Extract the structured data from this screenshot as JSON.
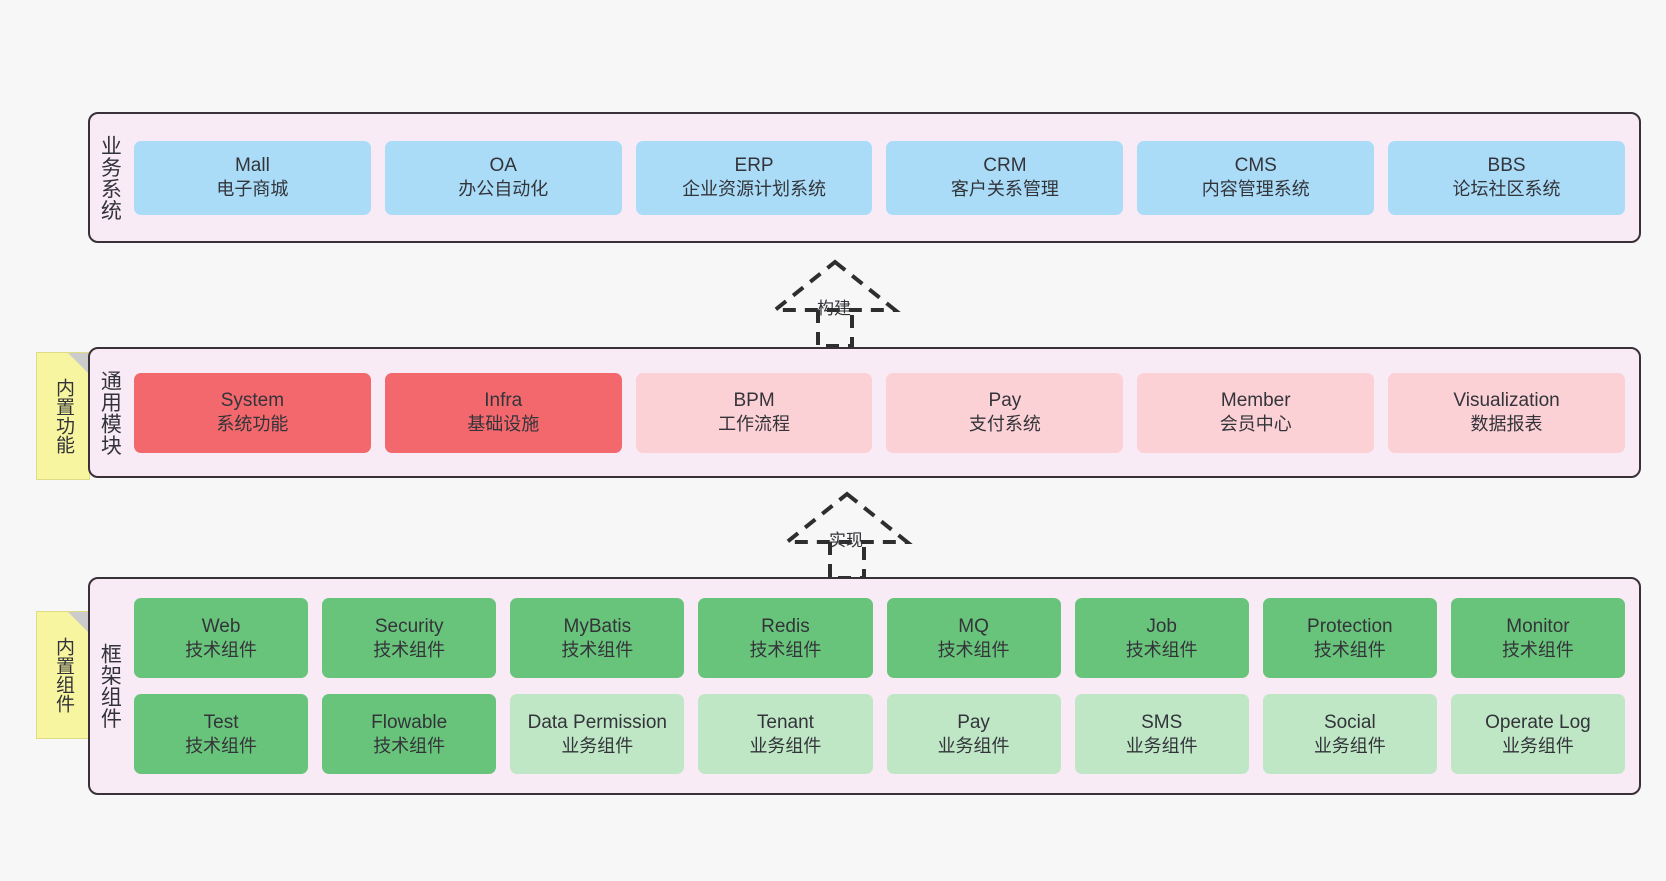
{
  "diagram": {
    "background_color": "#f7f7f7",
    "panel_fill": "#f9ebf5",
    "panel_border": "#3a3038"
  },
  "layers": [
    {
      "id": "business",
      "title": "业务系统",
      "rows": [
        {
          "cards": [
            {
              "name": "Mall",
              "sub": "电子商城",
              "color": "blue"
            },
            {
              "name": "OA",
              "sub": "办公自动化",
              "color": "blue"
            },
            {
              "name": "ERP",
              "sub": "企业资源计划系统",
              "color": "blue"
            },
            {
              "name": "CRM",
              "sub": "客户关系管理",
              "color": "blue"
            },
            {
              "name": "CMS",
              "sub": "内容管理系统",
              "color": "blue"
            },
            {
              "name": "BBS",
              "sub": "论坛社区系统",
              "color": "blue"
            }
          ]
        }
      ]
    },
    {
      "id": "common",
      "title": "通用模块",
      "rows": [
        {
          "cards": [
            {
              "name": "System",
              "sub": "系统功能",
              "color": "red"
            },
            {
              "name": "Infra",
              "sub": "基础设施",
              "color": "red"
            },
            {
              "name": "BPM",
              "sub": "工作流程",
              "color": "pink"
            },
            {
              "name": "Pay",
              "sub": "支付系统",
              "color": "pink"
            },
            {
              "name": "Member",
              "sub": "会员中心",
              "color": "pink"
            },
            {
              "name": "Visualization",
              "sub": "数据报表",
              "color": "pink"
            }
          ]
        }
      ]
    },
    {
      "id": "framework",
      "title": "框架组件",
      "rows": [
        {
          "cards": [
            {
              "name": "Web",
              "sub": "技术组件",
              "color": "green"
            },
            {
              "name": "Security",
              "sub": "技术组件",
              "color": "green"
            },
            {
              "name": "MyBatis",
              "sub": "技术组件",
              "color": "green"
            },
            {
              "name": "Redis",
              "sub": "技术组件",
              "color": "green"
            },
            {
              "name": "MQ",
              "sub": "技术组件",
              "color": "green"
            },
            {
              "name": "Job",
              "sub": "技术组件",
              "color": "green"
            },
            {
              "name": "Protection",
              "sub": "技术组件",
              "color": "green"
            },
            {
              "name": "Monitor",
              "sub": "技术组件",
              "color": "green"
            }
          ]
        },
        {
          "cards": [
            {
              "name": "Test",
              "sub": "技术组件",
              "color": "green"
            },
            {
              "name": "Flowable",
              "sub": "技术组件",
              "color": "green"
            },
            {
              "name": "Data Permission",
              "sub": "业务组件",
              "color": "lightgreen"
            },
            {
              "name": "Tenant",
              "sub": "业务组件",
              "color": "lightgreen"
            },
            {
              "name": "Pay",
              "sub": "业务组件",
              "color": "lightgreen"
            },
            {
              "name": "SMS",
              "sub": "业务组件",
              "color": "lightgreen"
            },
            {
              "name": "Social",
              "sub": "业务组件",
              "color": "lightgreen"
            },
            {
              "name": "Operate Log",
              "sub": "业务组件",
              "color": "lightgreen"
            }
          ]
        }
      ]
    }
  ],
  "notes": [
    {
      "id": "note-common",
      "text": "内置功能",
      "color": "#f8f5a0"
    },
    {
      "id": "note-framework",
      "text": "内置组件",
      "color": "#f8f5a0"
    }
  ],
  "arrows": [
    {
      "id": "arrow-build",
      "label": "构建",
      "style": "dashed-hollow-triangle",
      "direction": "up"
    },
    {
      "id": "arrow-impl",
      "label": "实现",
      "style": "dashed-hollow-triangle",
      "direction": "up"
    }
  ]
}
